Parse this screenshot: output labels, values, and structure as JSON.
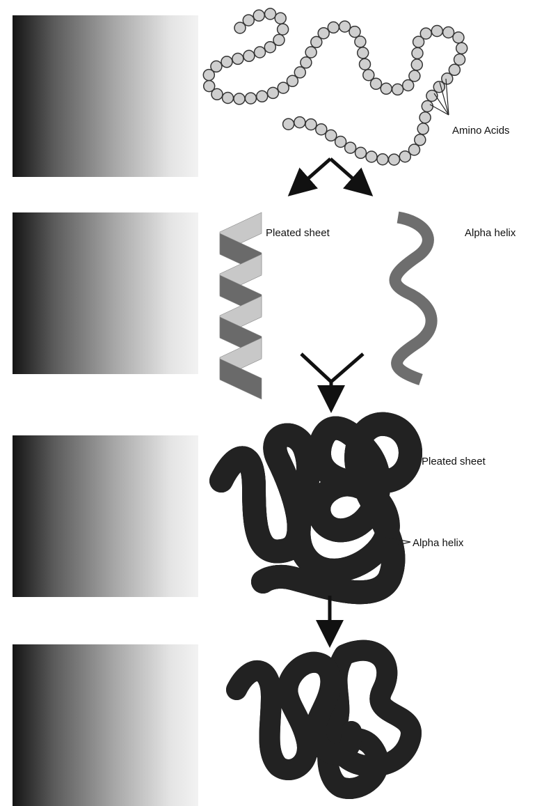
{
  "labels": {
    "amino_acids": "Amino Acids",
    "pleated_sheet_top": "Pleated sheet",
    "alpha_helix_top": "Alpha helix",
    "pleated_sheet_tertiary": "Pleated sheet",
    "alpha_helix_tertiary": "Alpha helix"
  },
  "colors": {
    "bead_fill": "#cfcfcf",
    "light_ribbon": "#c8c8c8",
    "dark_ribbon": "#6a6a6a",
    "gradient_dark": "#141414",
    "gradient_light": "#f2f2f2"
  }
}
